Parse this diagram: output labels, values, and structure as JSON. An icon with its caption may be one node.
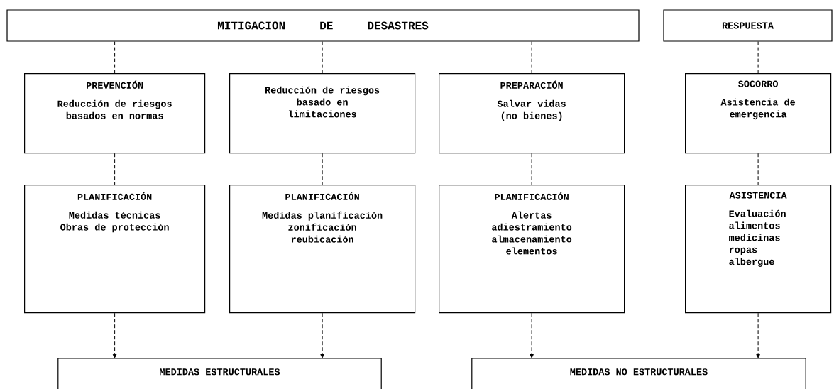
{
  "diagram": {
    "nodes": [
      {
        "text": [
          "MITIGACION DE DESASTRES"
        ]
      },
      {
        "text": [
          "RESPUESTA"
        ]
      },
      {
        "text": [
          "PREVENCIÓN",
          "Reducción de riesgos basados en normas"
        ]
      },
      {
        "text": [
          "Reducción de riesgos basado en limitaciones"
        ]
      },
      {
        "text": [
          "PREPARACIÓN",
          "Salvar vidas (no bienes)"
        ]
      },
      {
        "text": [
          "SOCORRO",
          "Asistencia de emergencia"
        ]
      },
      {
        "text": [
          "PLANIFICACIÓN",
          "Medidas técnicas Obras de protección"
        ]
      },
      {
        "text": [
          "PLANIFICACIÓN",
          "Medidas planificación zonificación reubicación"
        ]
      },
      {
        "text": [
          "PLANIFICACIÓN",
          "Alertas adiestramiento almacenamiento elementos"
        ]
      },
      {
        "text": [
          "ASISTENCIA",
          "Evaluación alimentos medicinas ropas albergue"
        ]
      },
      {
        "text": [
          "MEDIDAS ESTRUCTURALES"
        ]
      },
      {
        "text": [
          "MEDIDAS NO ESTRUCTURALES"
        ]
      }
    ],
    "edges": [
      {
        "from": 0,
        "to": 2,
        "arrow": "none"
      },
      {
        "from": 0,
        "to": 3,
        "arrow": "none"
      },
      {
        "from": 0,
        "to": 4,
        "arrow": "none"
      },
      {
        "from": 1,
        "to": 5,
        "arrow": "none"
      },
      {
        "from": 2,
        "to": 6,
        "arrow": "none"
      },
      {
        "from": 3,
        "to": 7,
        "arrow": "none"
      },
      {
        "from": 4,
        "to": 8,
        "arrow": "none"
      },
      {
        "from": 5,
        "to": 9,
        "arrow": "none"
      },
      {
        "from": 6,
        "to": 10,
        "arrow": "to"
      },
      {
        "from": 7,
        "to": 10,
        "arrow": "to"
      },
      {
        "from": 8,
        "to": 11,
        "arrow": "to"
      },
      {
        "from": 9,
        "to": 11,
        "arrow": "to"
      }
    ]
  }
}
